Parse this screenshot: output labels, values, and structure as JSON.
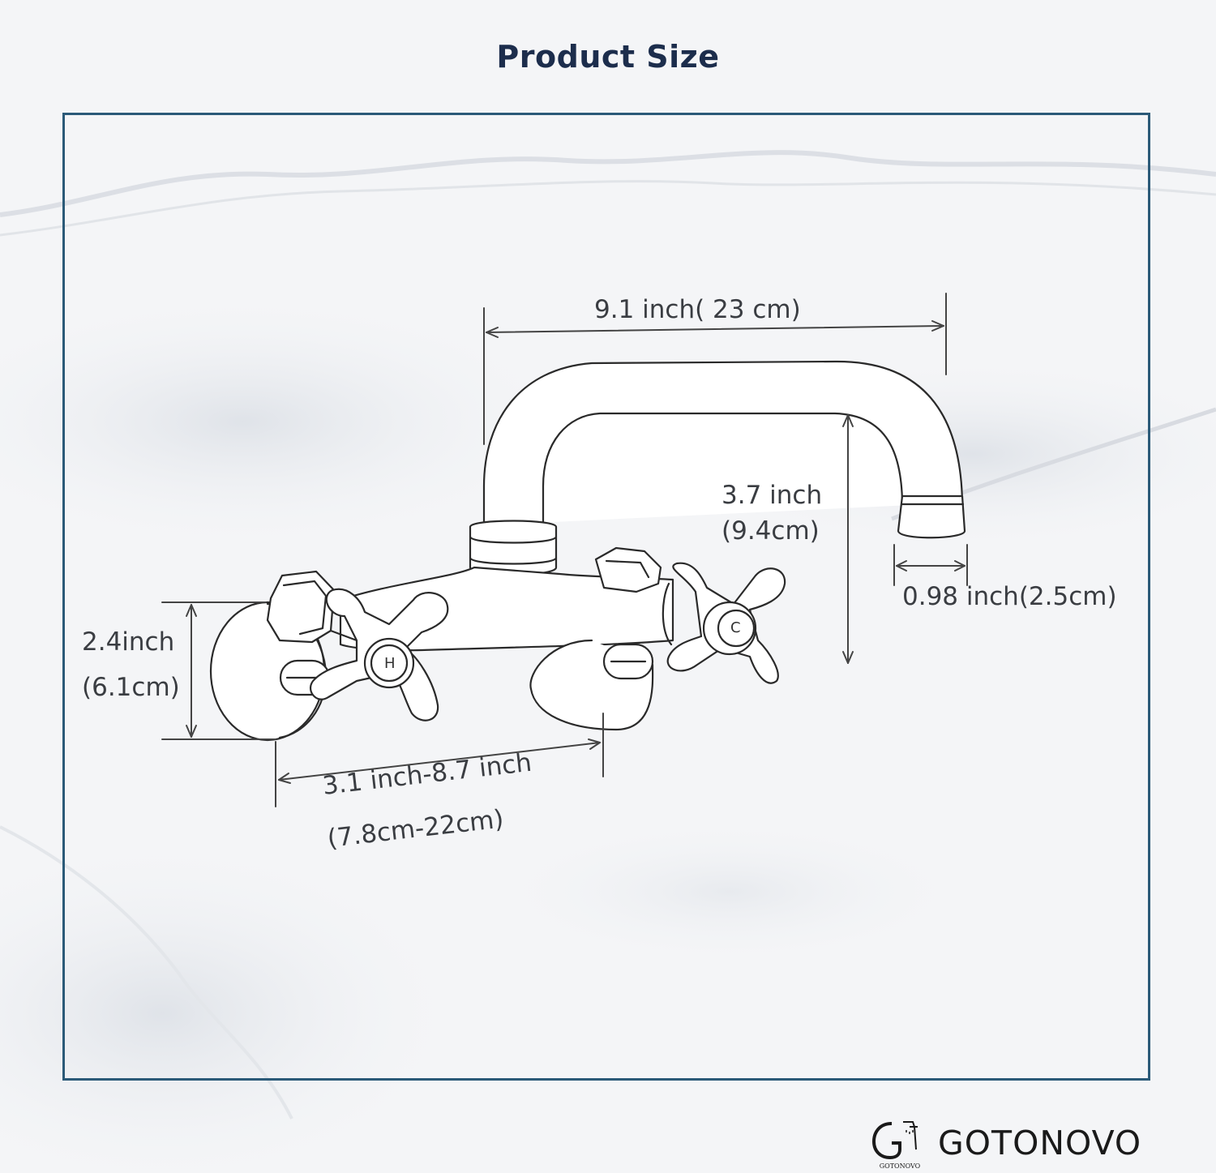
{
  "title": "Product Size",
  "dimensions": {
    "spout_reach": "9.1 inch( 23 cm)",
    "spout_height_in": "3.7 inch",
    "spout_height_cm": "(9.4cm)",
    "spout_diameter": "0.98 inch(2.5cm)",
    "flange_height_in": "2.4inch",
    "flange_height_cm": "(6.1cm)",
    "center_distance_in": "3.1 inch-8.7 inch",
    "center_distance_cm": "(7.8cm-22cm)"
  },
  "handles": {
    "hot": "H",
    "cold": "C"
  },
  "brand": {
    "name": "GOTONOVO",
    "logo_text": "GOTONOVO",
    "logo_icon": "faucet-g-logo-icon"
  },
  "colors": {
    "title": "#1c2d4c",
    "frame": "#2b5a78",
    "line": "#2a2a2a"
  }
}
